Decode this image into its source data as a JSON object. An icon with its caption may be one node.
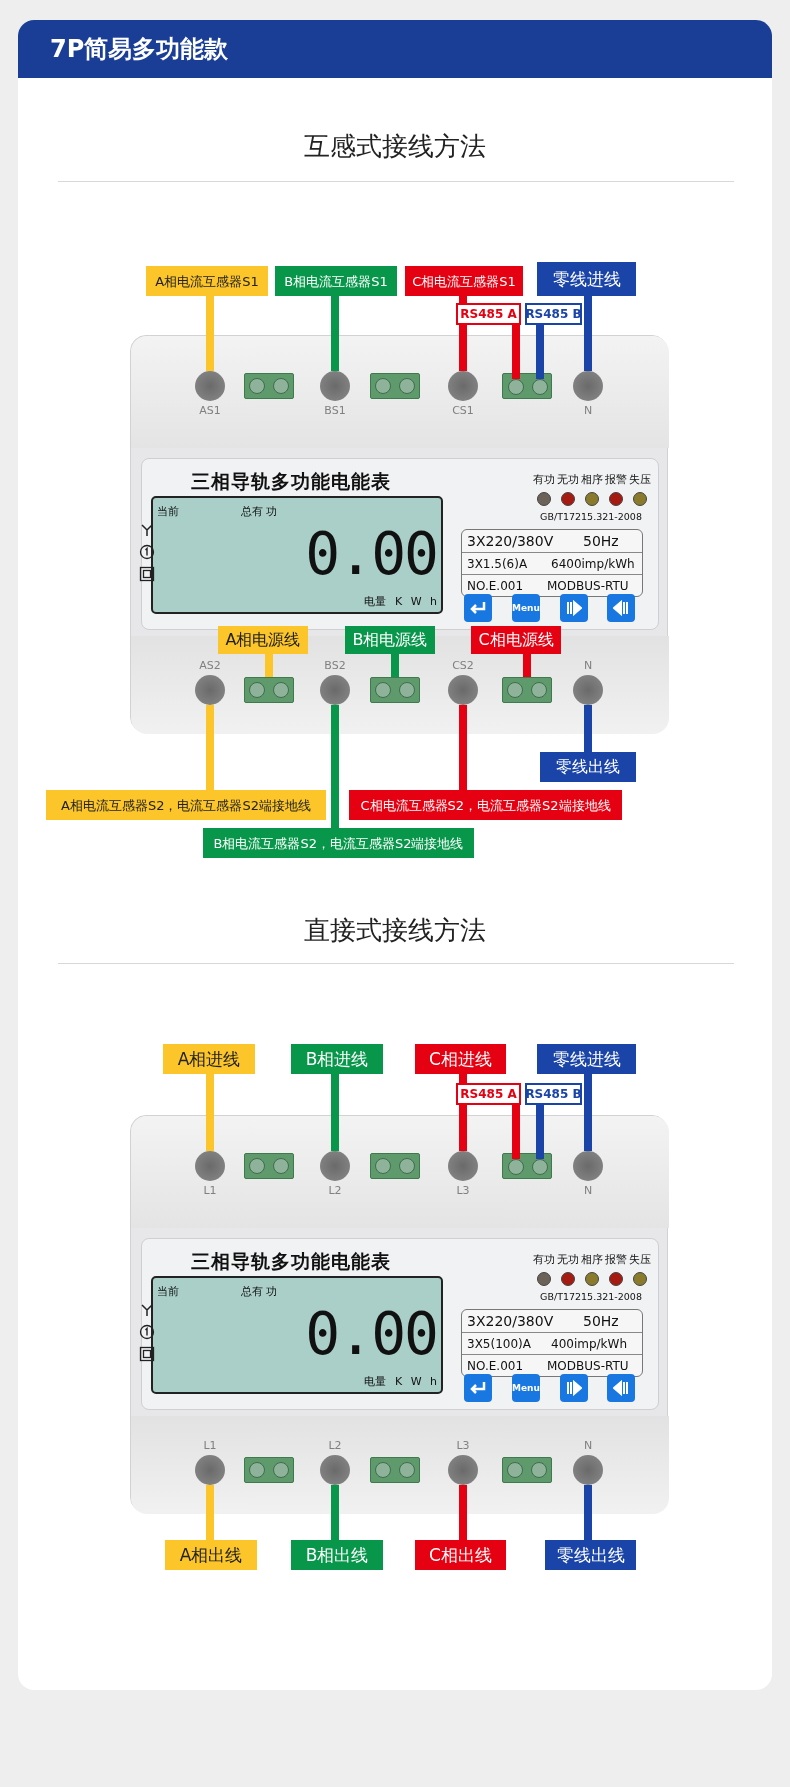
{
  "diagram": {
    "title": "7P简易多功能款",
    "nodes": [
      {
        "text": [
          "三相导轨多功能电能表"
        ]
      },
      {
        "text": [],
        "shape": "circle",
        "in": 0
      },
      {
        "text": [],
        "shape": "box",
        "in": 0
      },
      {
        "text": [],
        "shape": "circle",
        "in": 0
      },
      {
        "text": [],
        "shape": "box",
        "in": 0
      },
      {
        "text": [],
        "shape": "circle",
        "in": 0
      },
      {
        "text": [],
        "shape": "box",
        "in": 0
      },
      {
        "text": [],
        "shape": "circle",
        "in": 6
      },
      {
        "text": [],
        "shape": "circle",
        "in": 6
      },
      {
        "text": [],
        "shape": "circle",
        "in": 0
      },
      {
        "text": [],
        "shape": "circle",
        "in": 0
      },
      {
        "text": [],
        "shape": "box",
        "in": 0
      },
      {
        "text": [],
        "shape": "circle",
        "in": 0
      },
      {
        "text": [],
        "shape": "box",
        "in": 0
      },
      {
        "text": [],
        "shape": "circle",
        "in": 0
      },
      {
        "text": [],
        "shape": "box",
        "in": 0
      },
      {
        "text": [],
        "shape": "circle",
        "in": 0
      },
      {
        "text": [
          "A相电流互感器S1"
        ]
      },
      {
        "text": [
          "B相电流互感器S1"
        ]
      },
      {
        "text": [
          "C相电流互感器S1"
        ]
      },
      {
        "text": [
          "零线进线"
        ]
      },
      {
        "text": [
          "RS485 A"
        ]
      },
      {
        "text": [
          "RS485 B"
        ]
      },
      {
        "text": [
          "A相电源线"
        ],
        "in": 0
      },
      {
        "text": [
          "B相电源线"
        ],
        "in": 0
      },
      {
        "text": [
          "C相电源线"
        ],
        "in": 0
      },
      {
        "text": [
          "A相电流互感器S2，电流互感器S2端接地线"
        ]
      },
      {
        "text": [
          "B相电流互感器S2，电流互感器S2端接地线"
        ]
      },
      {
        "text": [
          "C相电流互感器S2，电流互感器S2端接地线"
        ]
      },
      {
        "text": [
          "零线出线"
        ]
      },
      {
        "text": [
          "三相导轨多功能电能表"
        ]
      },
      {
        "text": [],
        "shape": "circle",
        "in": 30
      },
      {
        "text": [],
        "shape": "box",
        "in": 30
      },
      {
        "text": [],
        "shape": "circle",
        "in": 30
      },
      {
        "text": [],
        "shape": "box",
        "in": 30
      },
      {
        "text": [],
        "shape": "circle",
        "in": 30
      },
      {
        "text": [],
        "shape": "box",
        "in": 30
      },
      {
        "text": [],
        "shape": "circle",
        "in": 36
      },
      {
        "text": [],
        "shape": "circle",
        "in": 36
      },
      {
        "text": [],
        "shape": "circle",
        "in": 30
      },
      {
        "text": [],
        "shape": "circle",
        "in": 30
      },
      {
        "text": [],
        "shape": "box",
        "in": 30
      },
      {
        "text": [],
        "shape": "circle",
        "in": 30
      },
      {
        "text": [],
        "shape": "box",
        "in": 30
      },
      {
        "text": [],
        "shape": "circle",
        "in": 30
      },
      {
        "text": [],
        "shape": "box",
        "in": 30
      },
      {
        "text": [],
        "shape": "circle",
        "in": 30
      },
      {
        "text": [
          "A相进线"
        ]
      },
      {
        "text": [
          "B相进线"
        ]
      },
      {
        "text": [
          "C相进线"
        ]
      },
      {
        "text": [
          "零线进线"
        ]
      },
      {
        "text": [
          "RS485 A"
        ]
      },
      {
        "text": [
          "RS485 B"
        ]
      },
      {
        "text": [
          "A相出线"
        ]
      },
      {
        "text": [
          "B相出线"
        ]
      },
      {
        "text": [
          "C相出线"
        ]
      },
      {
        "text": [
          "零线出线"
        ]
      }
    ],
    "edges": [
      {
        "from": 17,
        "to": 1,
        "arrow": "none",
        "color": "#fcc52a"
      },
      {
        "from": 18,
        "to": 3,
        "arrow": "none",
        "color": "#07964a"
      },
      {
        "from": 19,
        "to": 5,
        "arrow": "none",
        "color": "#e50012"
      },
      {
        "from": 20,
        "to": 9,
        "arrow": "none",
        "color": "#1a44a8"
      },
      {
        "from": 21,
        "to": 7,
        "arrow": "none",
        "color": "#e50012"
      },
      {
        "from": 22,
        "to": 8,
        "arrow": "none",
        "color": "#1a44a8"
      },
      {
        "from": 23,
        "to": 11,
        "arrow": "none",
        "color": "#fcc52a"
      },
      {
        "from": 24,
        "to": 13,
        "arrow": "none",
        "color": "#07964a"
      },
      {
        "from": 25,
        "to": 15,
        "arrow": "none",
        "color": "#e50012"
      },
      {
        "from": 26,
        "to": 10,
        "arrow": "none",
        "color": "#fcc52a"
      },
      {
        "from": 27,
        "to": 12,
        "arrow": "none",
        "color": "#07964a"
      },
      {
        "from": 28,
        "to": 14,
        "arrow": "none",
        "color": "#e50012"
      },
      {
        "from": 29,
        "to": 16,
        "arrow": "none",
        "color": "#1a44a8"
      },
      {
        "from": 47,
        "to": 31,
        "arrow": "none",
        "color": "#fcc52a"
      },
      {
        "from": 48,
        "to": 33,
        "arrow": "none",
        "color": "#07964a"
      },
      {
        "from": 49,
        "to": 35,
        "arrow": "none",
        "color": "#e50012"
      },
      {
        "from": 50,
        "to": 39,
        "arrow": "none",
        "color": "#1a44a8"
      },
      {
        "from": 51,
        "to": 37,
        "arrow": "none",
        "color": "#e50012"
      },
      {
        "from": 52,
        "to": 38,
        "arrow": "none",
        "color": "#1a44a8"
      },
      {
        "from": 53,
        "to": 40,
        "arrow": "none",
        "color": "#fcc52a"
      },
      {
        "from": 54,
        "to": 42,
        "arrow": "none",
        "color": "#07964a"
      },
      {
        "from": 55,
        "to": 44,
        "arrow": "none",
        "color": "#e50012"
      },
      {
        "from": 56,
        "to": 46,
        "arrow": "none",
        "color": "#1a44a8"
      }
    ],
    "labels": [
      "互感式接线方法",
      "AS1",
      "BS1",
      "CS1",
      "N",
      "当前",
      "总有 功",
      "0.00",
      "电量 K W h",
      "有功",
      "无功",
      "相序",
      "报警",
      "失压",
      "GB/T17215.321-2008",
      "3X220/380V",
      "50Hz",
      "3X1.5(6)A",
      "6400imp/kWh",
      "NO.E.001",
      "MODBUS-RTU",
      "Menu",
      "AS2",
      "BS2",
      "CS2",
      "N",
      "直接式接线方法",
      "L1",
      "L2",
      "L3",
      "N",
      "当前",
      "总有 功",
      "0.00",
      "电量 K W h",
      "有功",
      "无功",
      "相序",
      "报警",
      "失压",
      "GB/T17215.321-2008",
      "3X220/380V",
      "50Hz",
      "3X5(100)A",
      "400imp/kWh",
      "NO.E.001",
      "MODBUS-RTU",
      "Menu",
      "L1",
      "L2",
      "L3",
      "N"
    ]
  }
}
